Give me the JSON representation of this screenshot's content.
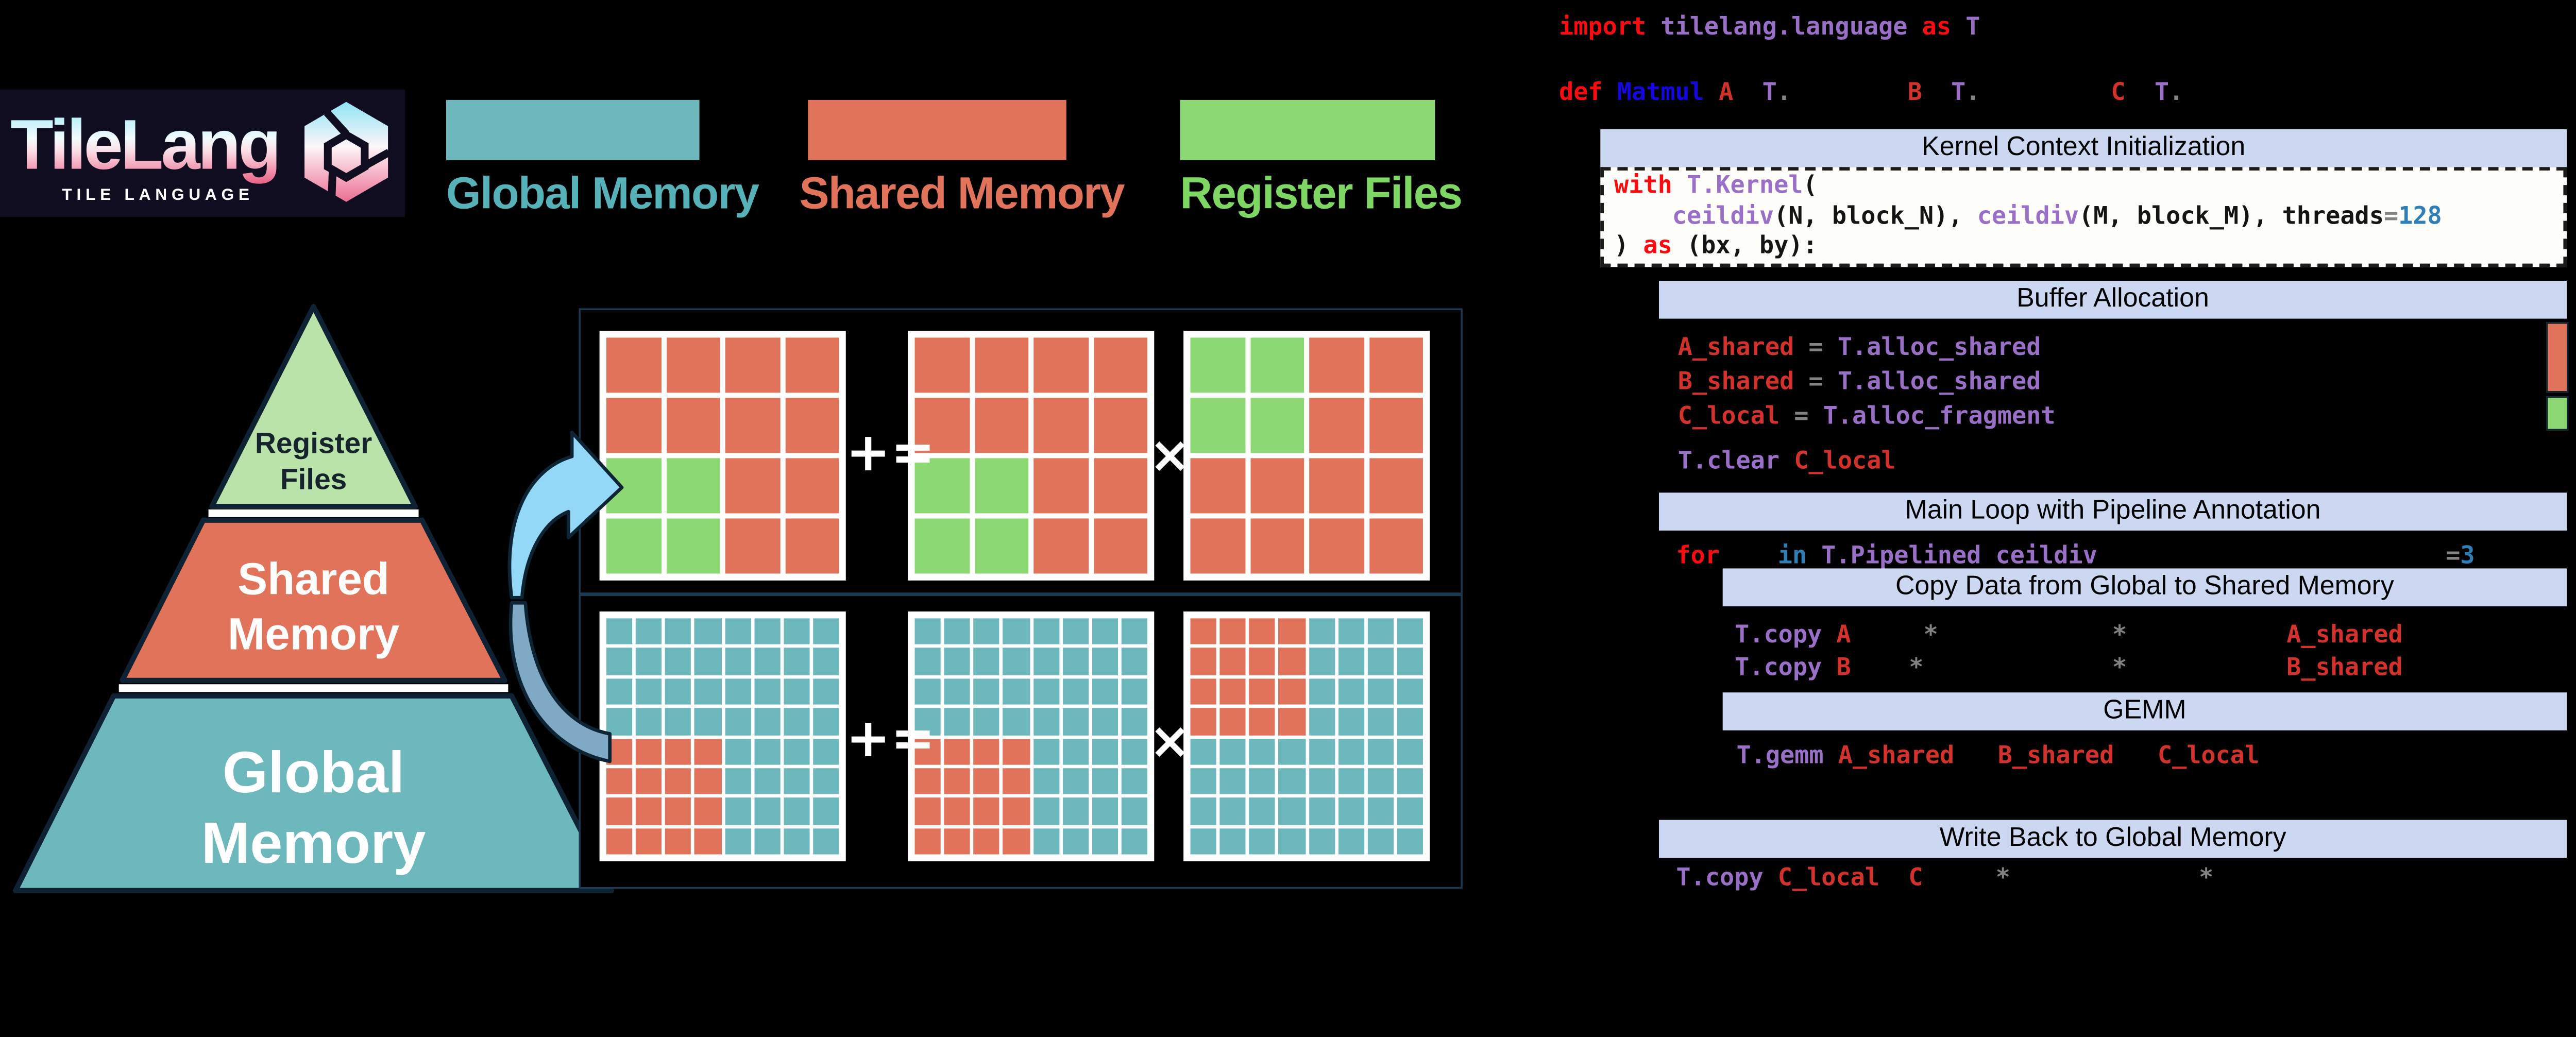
{
  "colors": {
    "teal": "#6cb8bd",
    "salmon": "#e0735a",
    "green": "#8cd973",
    "header_bg": "#ccd8f2",
    "arrow_light": "#93d9f7",
    "arrow_dark": "#7fa9c4",
    "outline": "#0e2233"
  },
  "cell_colors": {
    "O": "#e0735a",
    "G": "#8cd973",
    "T": "#6cb8bd"
  },
  "logo": {
    "title": "TileLang",
    "subtitle": "TILE LANGUAGE"
  },
  "legend": {
    "items": [
      {
        "label": "Global Memory",
        "color": "#6cb8bd"
      },
      {
        "label": "Shared Memory",
        "color": "#e0735a"
      },
      {
        "label": "Register Files",
        "color": "#8cd973"
      }
    ]
  },
  "pyramid": {
    "levels": [
      {
        "label_line1": "Register",
        "label_line2": "Files",
        "color": "#b9e3a8"
      },
      {
        "label_line1": "Shared",
        "label_line2": "Memory",
        "color": "#e0735a"
      },
      {
        "label_line1": "Global",
        "label_line2": "Memory",
        "color": "#6cb8bd"
      }
    ]
  },
  "matrix_diagram": {
    "operator_add": "+=",
    "operator_mul": "×",
    "top_row": {
      "grids": [
        {
          "rows": [
            "OOOO",
            "OOOO",
            "GGOO",
            "GGOO"
          ]
        },
        {
          "rows": [
            "OOOO",
            "OOOO",
            "GGOO",
            "GGOO"
          ]
        },
        {
          "rows": [
            "GGOO",
            "GGOO",
            "OOOO",
            "OOOO"
          ]
        }
      ]
    },
    "bottom_row": {
      "grids": [
        {
          "rows": [
            "TTTTTTTT",
            "TTTTTTTT",
            "TTTTTTTT",
            "TTTTTTTT",
            "OOOOTTTT",
            "OOOOTTTT",
            "OOOOTTTT",
            "OOOOTTTT"
          ]
        },
        {
          "rows": [
            "TTTTTTTT",
            "TTTTTTTT",
            "TTTTTTTT",
            "TTTTTTTT",
            "OOOOTTTT",
            "OOOOTTTT",
            "OOOOTTTT",
            "OOOOTTTT"
          ]
        },
        {
          "rows": [
            "OOOOTTTT",
            "OOOOTTTT",
            "OOOOTTTT",
            "OOOOTTTT",
            "TTTTTTTT",
            "TTTTTTTT",
            "TTTTTTTT",
            "TTTTTTTT"
          ]
        }
      ]
    }
  },
  "code_panel": {
    "import_line": [
      {
        "t": "import",
        "c": "kw"
      },
      {
        "t": " tilelang.language",
        "c": "fn"
      },
      {
        "t": " as",
        "c": "kw"
      },
      {
        "t": " T",
        "c": "fn"
      }
    ],
    "def_line": [
      {
        "t": "def ",
        "c": "kw"
      },
      {
        "t": "Matmul",
        "c": "blue"
      },
      {
        "t": " A",
        "c": "var"
      },
      {
        "t": "  ",
        "c": "plain"
      },
      {
        "t": "T",
        "c": "fn"
      },
      {
        "t": ".",
        "c": "op"
      },
      {
        "t": "        ",
        "c": "plain"
      },
      {
        "t": "B",
        "c": "var"
      },
      {
        "t": "  ",
        "c": "plain"
      },
      {
        "t": "T",
        "c": "fn"
      },
      {
        "t": ".",
        "c": "op"
      },
      {
        "t": "         ",
        "c": "plain"
      },
      {
        "t": "C",
        "c": "var"
      },
      {
        "t": "  ",
        "c": "plain"
      },
      {
        "t": "T",
        "c": "fn"
      },
      {
        "t": ".",
        "c": "op"
      }
    ],
    "kernel_header": "Kernel Context Initialization",
    "kernel_box_lines": [
      [
        {
          "t": "with",
          "c": "kw"
        },
        {
          "t": " T.Kernel",
          "c": "fn"
        },
        {
          "t": "(",
          "c": "plain"
        }
      ],
      [
        {
          "t": "    ",
          "c": "plain"
        },
        {
          "t": "ceildiv",
          "c": "fn"
        },
        {
          "t": "(N, block_N), ",
          "c": "plain"
        },
        {
          "t": "ceildiv",
          "c": "fn"
        },
        {
          "t": "(M, block_M), threads",
          "c": "plain"
        },
        {
          "t": "=",
          "c": "op"
        },
        {
          "t": "128",
          "c": "num"
        }
      ],
      [
        {
          "t": ") ",
          "c": "plain"
        },
        {
          "t": "as",
          "c": "kw"
        },
        {
          "t": " (bx, by):",
          "c": "plain"
        }
      ]
    ],
    "buffer_header": "Buffer Allocation",
    "buffer_lines": [
      [
        {
          "t": "A_shared",
          "c": "var"
        },
        {
          "t": " = ",
          "c": "op"
        },
        {
          "t": "T.alloc_shared",
          "c": "fn"
        }
      ],
      [
        {
          "t": "B_shared",
          "c": "var"
        },
        {
          "t": " = ",
          "c": "op"
        },
        {
          "t": "T.alloc_shared",
          "c": "fn"
        }
      ],
      [
        {
          "t": "C_local",
          "c": "var"
        },
        {
          "t": " = ",
          "c": "op"
        },
        {
          "t": "T.alloc_fragment",
          "c": "fn"
        }
      ]
    ],
    "clear_line": [
      {
        "t": "T.clear",
        "c": "fn"
      },
      {
        "t": " C_local",
        "c": "var"
      }
    ],
    "main_header": "Main Loop with Pipeline Annotation",
    "for_line": [
      {
        "t": "for",
        "c": "kw"
      },
      {
        "t": "    ",
        "c": "plain"
      },
      {
        "t": "in",
        "c": "num"
      },
      {
        "t": " T.Pipelined ceildiv",
        "c": "fn"
      },
      {
        "t": "                        ",
        "c": "plain"
      },
      {
        "t": "=",
        "c": "op"
      },
      {
        "t": "3",
        "c": "num"
      }
    ],
    "copy_header": "Copy Data from Global to Shared Memory",
    "copy_lines": [
      [
        {
          "t": "T.copy",
          "c": "fn"
        },
        {
          "t": " A",
          "c": "var"
        },
        {
          "t": "     ",
          "c": "plain"
        },
        {
          "t": "*",
          "c": "op"
        },
        {
          "t": "            ",
          "c": "plain"
        },
        {
          "t": "*",
          "c": "op"
        },
        {
          "t": "           ",
          "c": "plain"
        },
        {
          "t": "A_shared",
          "c": "var"
        }
      ],
      [
        {
          "t": "T.copy",
          "c": "fn"
        },
        {
          "t": " B",
          "c": "var"
        },
        {
          "t": "    ",
          "c": "plain"
        },
        {
          "t": "*",
          "c": "op"
        },
        {
          "t": "             ",
          "c": "plain"
        },
        {
          "t": "*",
          "c": "op"
        },
        {
          "t": "           ",
          "c": "plain"
        },
        {
          "t": "B_shared",
          "c": "var"
        }
      ]
    ],
    "gemm_header": "GEMM",
    "gemm_line": [
      {
        "t": "T.gemm",
        "c": "fn"
      },
      {
        "t": " A_shared",
        "c": "var"
      },
      {
        "t": "   ",
        "c": "plain"
      },
      {
        "t": "B_shared",
        "c": "var"
      },
      {
        "t": "   ",
        "c": "plain"
      },
      {
        "t": "C_local",
        "c": "var"
      }
    ],
    "write_header": "Write Back to Global Memory",
    "write_line": [
      {
        "t": "T.copy",
        "c": "fn"
      },
      {
        "t": " C_local",
        "c": "var"
      },
      {
        "t": "  ",
        "c": "plain"
      },
      {
        "t": "C",
        "c": "var"
      },
      {
        "t": "     ",
        "c": "plain"
      },
      {
        "t": "*",
        "c": "op"
      },
      {
        "t": "             ",
        "c": "plain"
      },
      {
        "t": "*",
        "c": "op"
      }
    ]
  }
}
